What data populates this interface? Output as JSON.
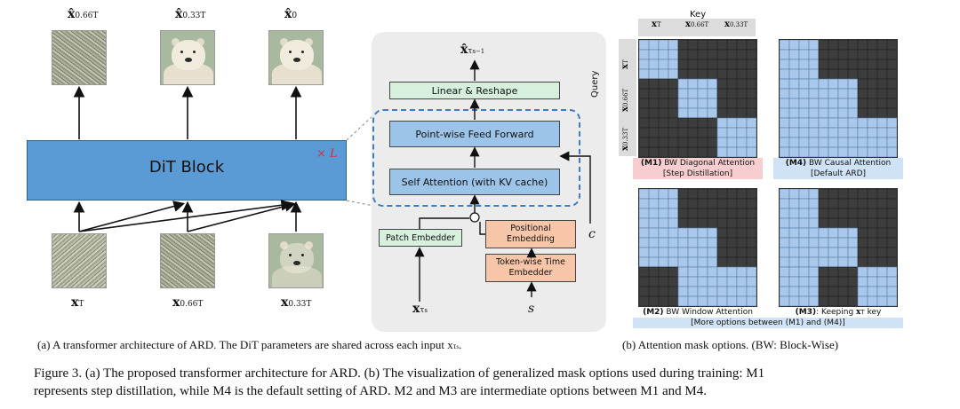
{
  "panel_a": {
    "output_labels": [
      "x̂",
      "x̂",
      "x̂"
    ],
    "output_subs": [
      "0.66T",
      "0.33T",
      "0"
    ],
    "input_labels": [
      "x",
      "x",
      "x"
    ],
    "input_subs": [
      "T",
      "0.66T",
      "0.33T"
    ],
    "dit_block": "DiT Block",
    "times_l": "× L",
    "caption": "(a) A transformer architecture of ARD. The DiT parameters are shared across each input x",
    "caption_sub": "τ",
    "caption_subsub": "s"
  },
  "arch": {
    "top_label": "x̂",
    "top_sub": "τ",
    "top_subsub": "s−1",
    "linear_reshape": "Linear & Reshape",
    "ffn": "Point-wise Feed Forward",
    "self_attention": "Self Attention (with KV cache)",
    "patch_embedder": "Patch Embedder",
    "positional_embedding_1": "Positional",
    "positional_embedding_2": "Embedding",
    "time_embedder_1": "Token-wise Time",
    "time_embedder_2": "Embedder",
    "c_label": "c",
    "x_label": "x",
    "x_sub": "τ",
    "x_subsub": "s",
    "s_label": "s"
  },
  "panel_b": {
    "key_label": "Key",
    "query_label": "Query",
    "key_ticks": [
      "x",
      "x",
      "x"
    ],
    "key_tick_subs": [
      "T",
      "0.66T",
      "0.33T"
    ],
    "query_ticks": [
      "x",
      "x",
      "x"
    ],
    "query_tick_subs": [
      "T",
      "0.66T",
      "0.33T"
    ],
    "m1_line1_a": "(M1)",
    "m1_line1_b": " BW Diagonal Attention",
    "m1_line2": "[Step Distillation]",
    "m4_line1_a": "(M4)",
    "m4_line1_b": " BW Causal Attention",
    "m4_line2": "[Default ARD]",
    "m2_line1_a": "(M2)",
    "m2_line1_b": " BW Window Attention",
    "m3_line1_a": "(M3)",
    "m3_line1_b": ": Keeping ",
    "m3_line1_x": "x",
    "m3_line1_sub": "T",
    "m3_line1_c": " key",
    "more_options": "[More options between (M1) and (M4)]",
    "caption": "(b) Attention mask options. (BW: Block-Wise)",
    "colors": {
      "light": "#a9c8ec",
      "dark": "#3d3d3d"
    }
  },
  "figure_caption": {
    "line1": "Figure 3. (a) The proposed transformer architecture for ARD. (b) The visualization of generalized mask options used during training: M1",
    "line2": "represents step distillation, while M4 is the default setting of ARD. M2 and M3 are intermediate options between M1 and M4."
  }
}
